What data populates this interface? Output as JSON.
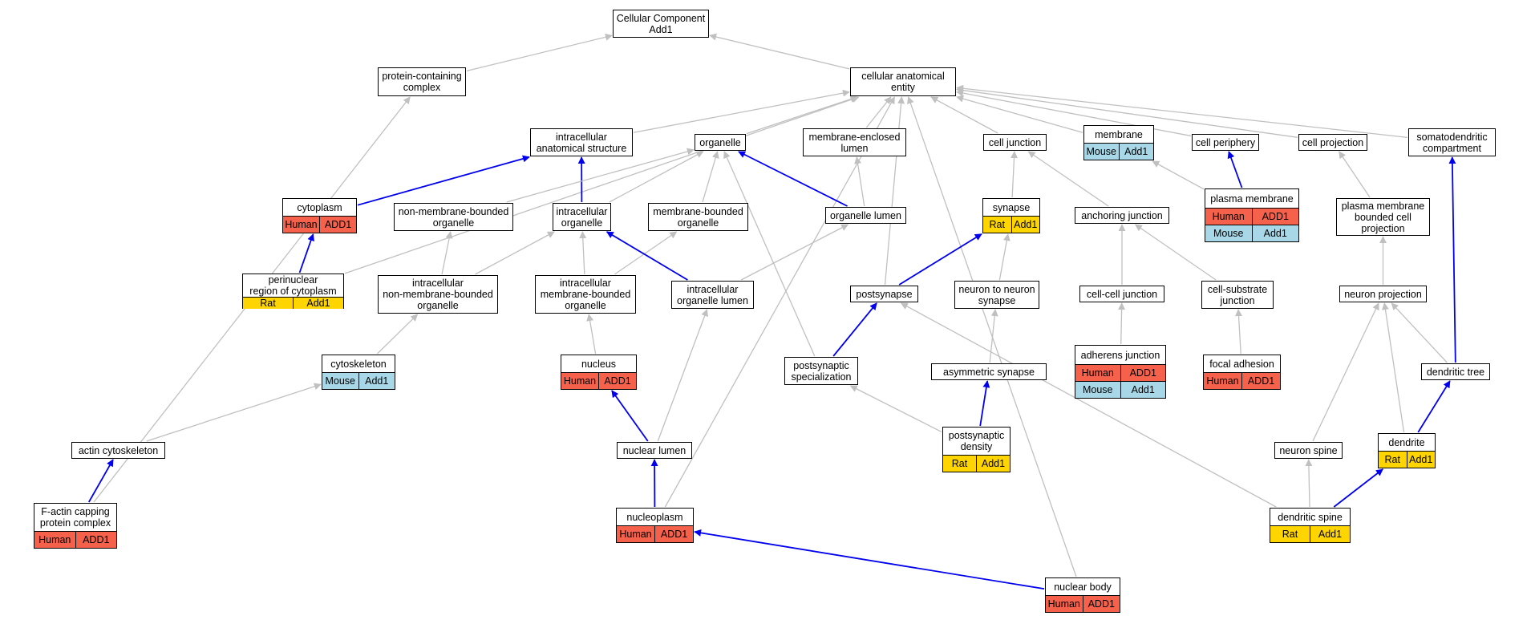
{
  "colors": {
    "human": "#f5614a",
    "rat": "#ffd500",
    "mouse": "#a8d8e8",
    "edge_is_a": "#c0c0c0",
    "edge_part_of": "#0000ee"
  },
  "nodes": {
    "root": {
      "label": "Cellular Component\nAdd1"
    },
    "pcc": {
      "label": "protein-containing\ncomplex"
    },
    "cae": {
      "label": "cellular anatomical\nentity"
    },
    "ias": {
      "label": "intracellular\nanatomical structure"
    },
    "org": {
      "label": "organelle"
    },
    "mel": {
      "label": "membrane-enclosed\nlumen"
    },
    "cj": {
      "label": "cell junction"
    },
    "mem": {
      "label": "membrane",
      "ann": [
        [
          "mouse",
          "Mouse"
        ],
        [
          "mouse",
          "Add1"
        ]
      ]
    },
    "cper": {
      "label": "cell periphery"
    },
    "cproj": {
      "label": "cell projection"
    },
    "sdc": {
      "label": "somatodendritic\ncompartment"
    },
    "cyt": {
      "label": "cytoplasm",
      "ann": [
        [
          "human",
          "Human"
        ],
        [
          "human",
          "ADD1"
        ]
      ]
    },
    "nmbo": {
      "label": "non-membrane-bounded\norganelle"
    },
    "io": {
      "label": "intracellular\norganelle"
    },
    "mbo": {
      "label": "membrane-bounded\norganelle"
    },
    "ol": {
      "label": "organelle lumen"
    },
    "syn": {
      "label": "synapse",
      "ann": [
        [
          "rat",
          "Rat"
        ],
        [
          "rat",
          "Add1"
        ]
      ]
    },
    "aj": {
      "label": "anchoring junction"
    },
    "pm": {
      "label": "plasma membrane",
      "ann": [
        [
          "human",
          "Human"
        ],
        [
          "human",
          "ADD1"
        ],
        [
          "mouse",
          "Mouse"
        ],
        [
          "mouse",
          "Add1"
        ]
      ]
    },
    "pmbcp": {
      "label": "plasma membrane\nbounded cell\nprojection"
    },
    "prc": {
      "label": "perinuclear\nregion of cytoplasm",
      "ann": [
        [
          "rat",
          "Rat"
        ],
        [
          "rat",
          "Add1"
        ]
      ]
    },
    "inmbo": {
      "label": "intracellular\nnon-membrane-bounded\norganelle"
    },
    "imbo": {
      "label": "intracellular\nmembrane-bounded\norganelle"
    },
    "iol": {
      "label": "intracellular\norganelle lumen"
    },
    "psyn": {
      "label": "postsynapse"
    },
    "nns": {
      "label": "neuron to neuron\nsynapse"
    },
    "ccj": {
      "label": "cell-cell junction"
    },
    "csj": {
      "label": "cell-substrate\njunction"
    },
    "np": {
      "label": "neuron projection"
    },
    "cysk": {
      "label": "cytoskeleton",
      "ann": [
        [
          "mouse",
          "Mouse"
        ],
        [
          "mouse",
          "Add1"
        ]
      ]
    },
    "nuc": {
      "label": "nucleus",
      "ann": [
        [
          "human",
          "Human"
        ],
        [
          "human",
          "ADD1"
        ]
      ]
    },
    "pss": {
      "label": "postsynaptic\nspecialization"
    },
    "asyn": {
      "label": "asymmetric synapse"
    },
    "adj": {
      "label": "adherens junction",
      "ann": [
        [
          "human",
          "Human"
        ],
        [
          "human",
          "ADD1"
        ],
        [
          "mouse",
          "Mouse"
        ],
        [
          "mouse",
          "Add1"
        ]
      ]
    },
    "fa": {
      "label": "focal adhesion",
      "ann": [
        [
          "human",
          "Human"
        ],
        [
          "human",
          "ADD1"
        ]
      ]
    },
    "dt": {
      "label": "dendritic tree"
    },
    "acs": {
      "label": "actin cytoskeleton"
    },
    "nl": {
      "label": "nuclear lumen"
    },
    "psd": {
      "label": "postsynaptic\ndensity",
      "ann": [
        [
          "rat",
          "Rat"
        ],
        [
          "rat",
          "Add1"
        ]
      ]
    },
    "nsp": {
      "label": "neuron spine"
    },
    "den": {
      "label": "dendrite",
      "ann": [
        [
          "rat",
          "Rat"
        ],
        [
          "rat",
          "Add1"
        ]
      ]
    },
    "facp": {
      "label": "F-actin capping\nprotein complex",
      "ann": [
        [
          "human",
          "Human"
        ],
        [
          "human",
          "ADD1"
        ]
      ]
    },
    "npl": {
      "label": "nucleoplasm",
      "ann": [
        [
          "human",
          "Human"
        ],
        [
          "human",
          "ADD1"
        ]
      ]
    },
    "dsp": {
      "label": "dendritic spine",
      "ann": [
        [
          "rat",
          "Rat"
        ],
        [
          "rat",
          "Add1"
        ]
      ]
    },
    "nb": {
      "label": "nuclear body",
      "ann": [
        [
          "human",
          "Human"
        ],
        [
          "human",
          "ADD1"
        ]
      ]
    }
  },
  "edges": [
    [
      "pcc",
      "root",
      "is_a"
    ],
    [
      "cae",
      "root",
      "is_a"
    ],
    [
      "ias",
      "cae",
      "is_a"
    ],
    [
      "org",
      "cae",
      "is_a"
    ],
    [
      "mel",
      "cae",
      "is_a"
    ],
    [
      "cj",
      "cae",
      "is_a"
    ],
    [
      "mem",
      "cae",
      "is_a"
    ],
    [
      "cper",
      "cae",
      "is_a"
    ],
    [
      "cproj",
      "cae",
      "is_a"
    ],
    [
      "sdc",
      "cae",
      "is_a"
    ],
    [
      "psyn",
      "cae",
      "is_a"
    ],
    [
      "prc",
      "cae",
      "is_a"
    ],
    [
      "npl",
      "cae",
      "is_a"
    ],
    [
      "nb",
      "cae",
      "is_a"
    ],
    [
      "facp",
      "pcc",
      "is_a"
    ],
    [
      "cyt",
      "ias",
      "part_of"
    ],
    [
      "io",
      "ias",
      "part_of"
    ],
    [
      "prc",
      "cyt",
      "part_of"
    ],
    [
      "nmbo",
      "org",
      "is_a"
    ],
    [
      "io",
      "org",
      "is_a"
    ],
    [
      "mbo",
      "org",
      "is_a"
    ],
    [
      "ol",
      "org",
      "part_of"
    ],
    [
      "pss",
      "org",
      "is_a"
    ],
    [
      "ol",
      "mel",
      "is_a"
    ],
    [
      "syn",
      "cj",
      "is_a"
    ],
    [
      "aj",
      "cj",
      "is_a"
    ],
    [
      "pm",
      "mem",
      "is_a"
    ],
    [
      "pm",
      "cper",
      "part_of"
    ],
    [
      "pmbcp",
      "cproj",
      "is_a"
    ],
    [
      "dt",
      "sdc",
      "part_of"
    ],
    [
      "inmbo",
      "nmbo",
      "is_a"
    ],
    [
      "inmbo",
      "io",
      "is_a"
    ],
    [
      "imbo",
      "io",
      "is_a"
    ],
    [
      "imbo",
      "mbo",
      "is_a"
    ],
    [
      "iol",
      "io",
      "part_of"
    ],
    [
      "iol",
      "ol",
      "is_a"
    ],
    [
      "psyn",
      "syn",
      "part_of"
    ],
    [
      "nns",
      "syn",
      "is_a"
    ],
    [
      "ccj",
      "aj",
      "is_a"
    ],
    [
      "csj",
      "aj",
      "is_a"
    ],
    [
      "np",
      "pmbcp",
      "is_a"
    ],
    [
      "cysk",
      "inmbo",
      "is_a"
    ],
    [
      "nuc",
      "imbo",
      "is_a"
    ],
    [
      "nl",
      "iol",
      "is_a"
    ],
    [
      "pss",
      "psyn",
      "part_of"
    ],
    [
      "asyn",
      "nns",
      "is_a"
    ],
    [
      "adj",
      "ccj",
      "is_a"
    ],
    [
      "fa",
      "csj",
      "is_a"
    ],
    [
      "dt",
      "np",
      "is_a"
    ],
    [
      "nsp",
      "np",
      "is_a"
    ],
    [
      "den",
      "np",
      "is_a"
    ],
    [
      "acs",
      "cysk",
      "is_a"
    ],
    [
      "nl",
      "nuc",
      "part_of"
    ],
    [
      "psd",
      "pss",
      "is_a"
    ],
    [
      "psd",
      "asyn",
      "part_of"
    ],
    [
      "den",
      "dt",
      "part_of"
    ],
    [
      "facp",
      "acs",
      "part_of"
    ],
    [
      "npl",
      "nl",
      "part_of"
    ],
    [
      "dsp",
      "nsp",
      "is_a"
    ],
    [
      "dsp",
      "den",
      "part_of"
    ],
    [
      "dsp",
      "psyn",
      "is_a"
    ],
    [
      "nb",
      "npl",
      "part_of"
    ]
  ]
}
